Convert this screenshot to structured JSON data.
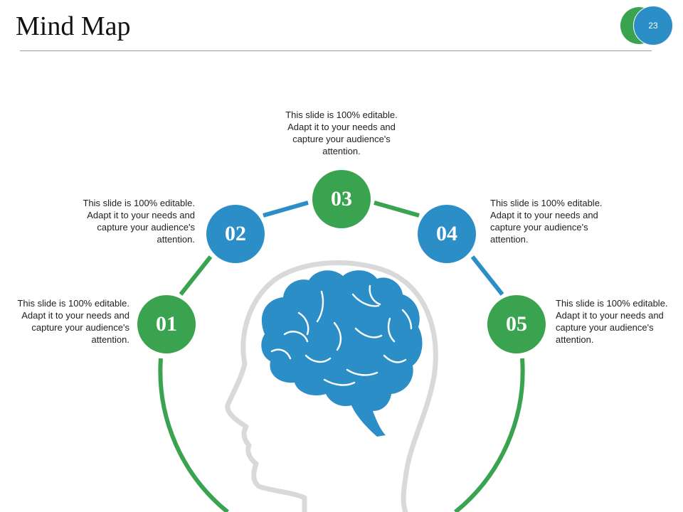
{
  "slide": {
    "title": "Mind Map",
    "page_number": "23"
  },
  "colors": {
    "green": "#3aa34f",
    "blue": "#2c8ec7",
    "head_outline": "#d9d9d9"
  },
  "nodes": [
    {
      "number": "01",
      "color": "green",
      "text": "This slide is 100% editable. Adapt it to your needs and capture your audience's attention."
    },
    {
      "number": "02",
      "color": "blue",
      "text": "This slide is 100% editable. Adapt it to your needs and capture your audience's attention."
    },
    {
      "number": "03",
      "color": "green",
      "text": "This slide is 100% editable. Adapt it to your needs and capture your audience's attention."
    },
    {
      "number": "04",
      "color": "blue",
      "text": "This slide is 100% editable. Adapt it to your needs and capture your audience's attention."
    },
    {
      "number": "05",
      "color": "green",
      "text": "This slide is 100% editable. Adapt it to your needs and capture your audience's attention."
    }
  ],
  "icons": {
    "center": "brain-icon",
    "background": "head-profile-icon"
  }
}
